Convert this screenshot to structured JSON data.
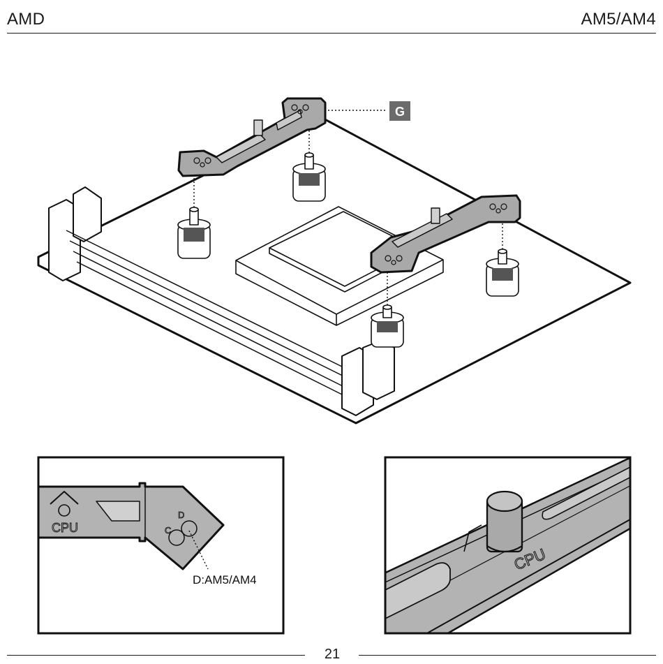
{
  "header": {
    "brand": "AMD",
    "socket": "AM5/AM4"
  },
  "callout": {
    "part_label": "G"
  },
  "detail_left": {
    "cpu_label": "CPU",
    "mark_c": "C",
    "mark_d": "D",
    "callout_text": "D:AM5/AM4"
  },
  "detail_right": {
    "cpu_label": "CPU"
  },
  "footer": {
    "page_number": "21"
  },
  "colors": {
    "part_fill": "#a9a9a9",
    "detail_fill": "#b3b3b3",
    "callout_box": "#6b6b6b",
    "ink": "#111111"
  }
}
